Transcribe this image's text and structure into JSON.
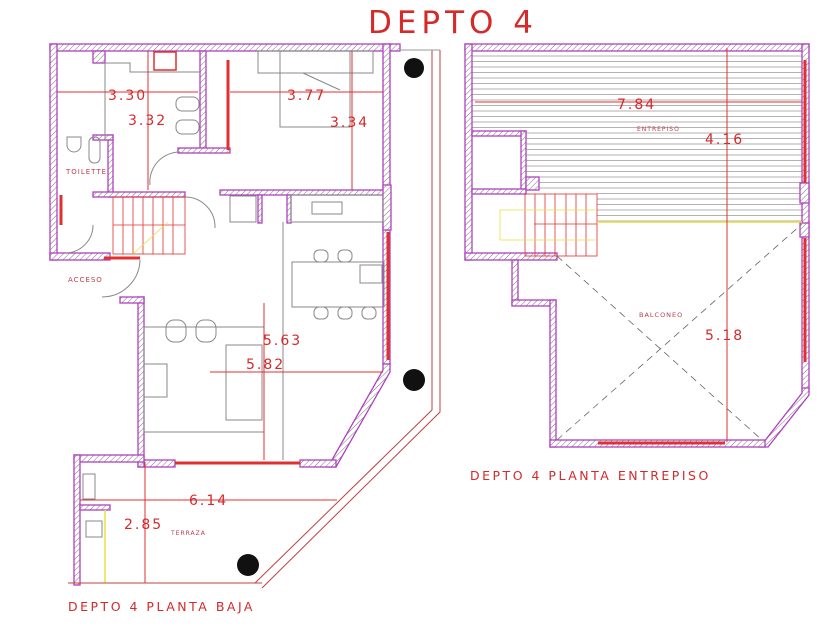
{
  "title": "DEPTO 4",
  "planta_baja": {
    "caption": "DEPTO 4 PLANTA BAJA",
    "dimensions": [
      "3.30",
      "3.32",
      "3.77",
      "3.34",
      "5.63",
      "5.82",
      "6.14",
      "2.85"
    ],
    "rooms": {
      "toilette": "TOILETTE",
      "acceso": "ACCESO",
      "terraza": "TERRAZA"
    }
  },
  "planta_entrepiso": {
    "caption": "DEPTO 4 PLANTA ENTREPISO",
    "dimensions": [
      "7.84",
      "4.16",
      "5.18"
    ],
    "rooms": {
      "entrepiso": "ENTREPISO",
      "balconeo": "BALCONEO"
    }
  },
  "colors": {
    "wall": "#b040c0",
    "dimension": "#d42a2a",
    "window": "#e03030",
    "stair_guide": "#e8e040"
  }
}
